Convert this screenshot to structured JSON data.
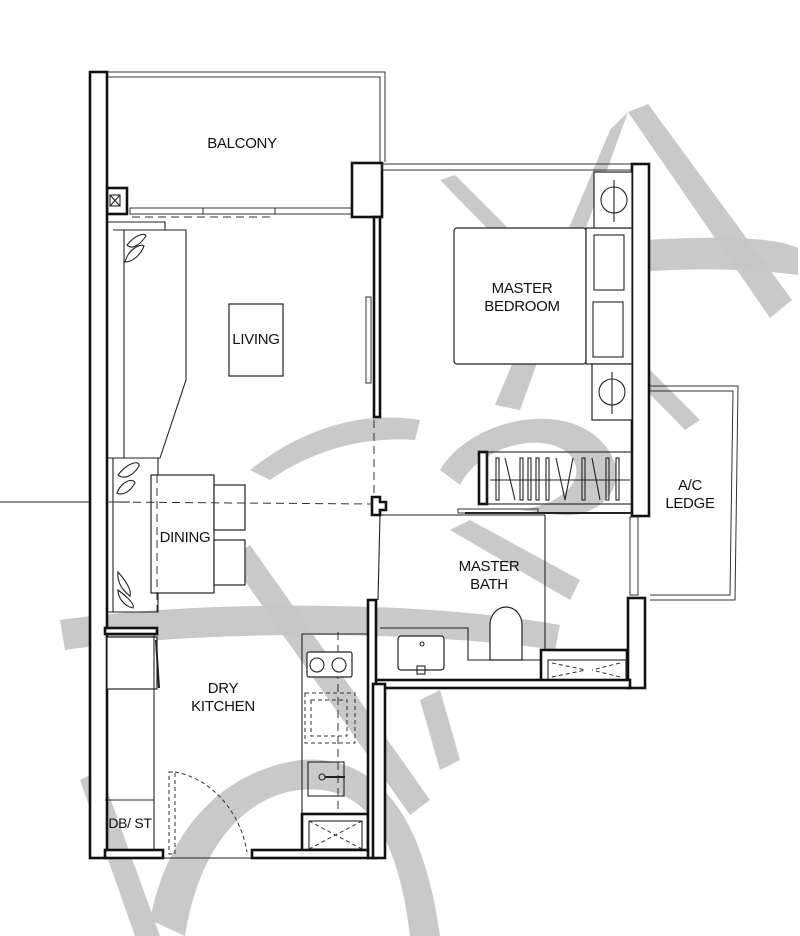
{
  "plan": {
    "type": "floor-plan",
    "watermark": "Apex",
    "colors": {
      "wall": "#111111",
      "line": "#222222",
      "watermark": "#c6c6c6",
      "background": "#ffffff"
    }
  },
  "rooms": {
    "balcony": {
      "label": "BALCONY"
    },
    "master_bedroom": {
      "line1": "MASTER",
      "line2": "BEDROOM"
    },
    "living": {
      "label": "LIVING"
    },
    "dining": {
      "label": "DINING"
    },
    "master_bath": {
      "line1": "MASTER",
      "line2": "BATH"
    },
    "ac_ledge": {
      "line1": "A/C",
      "line2": "LEDGE"
    },
    "dry_kitchen": {
      "line1": "DRY",
      "line2": "KITCHEN"
    },
    "db_st": {
      "label": "DB/ ST"
    }
  }
}
